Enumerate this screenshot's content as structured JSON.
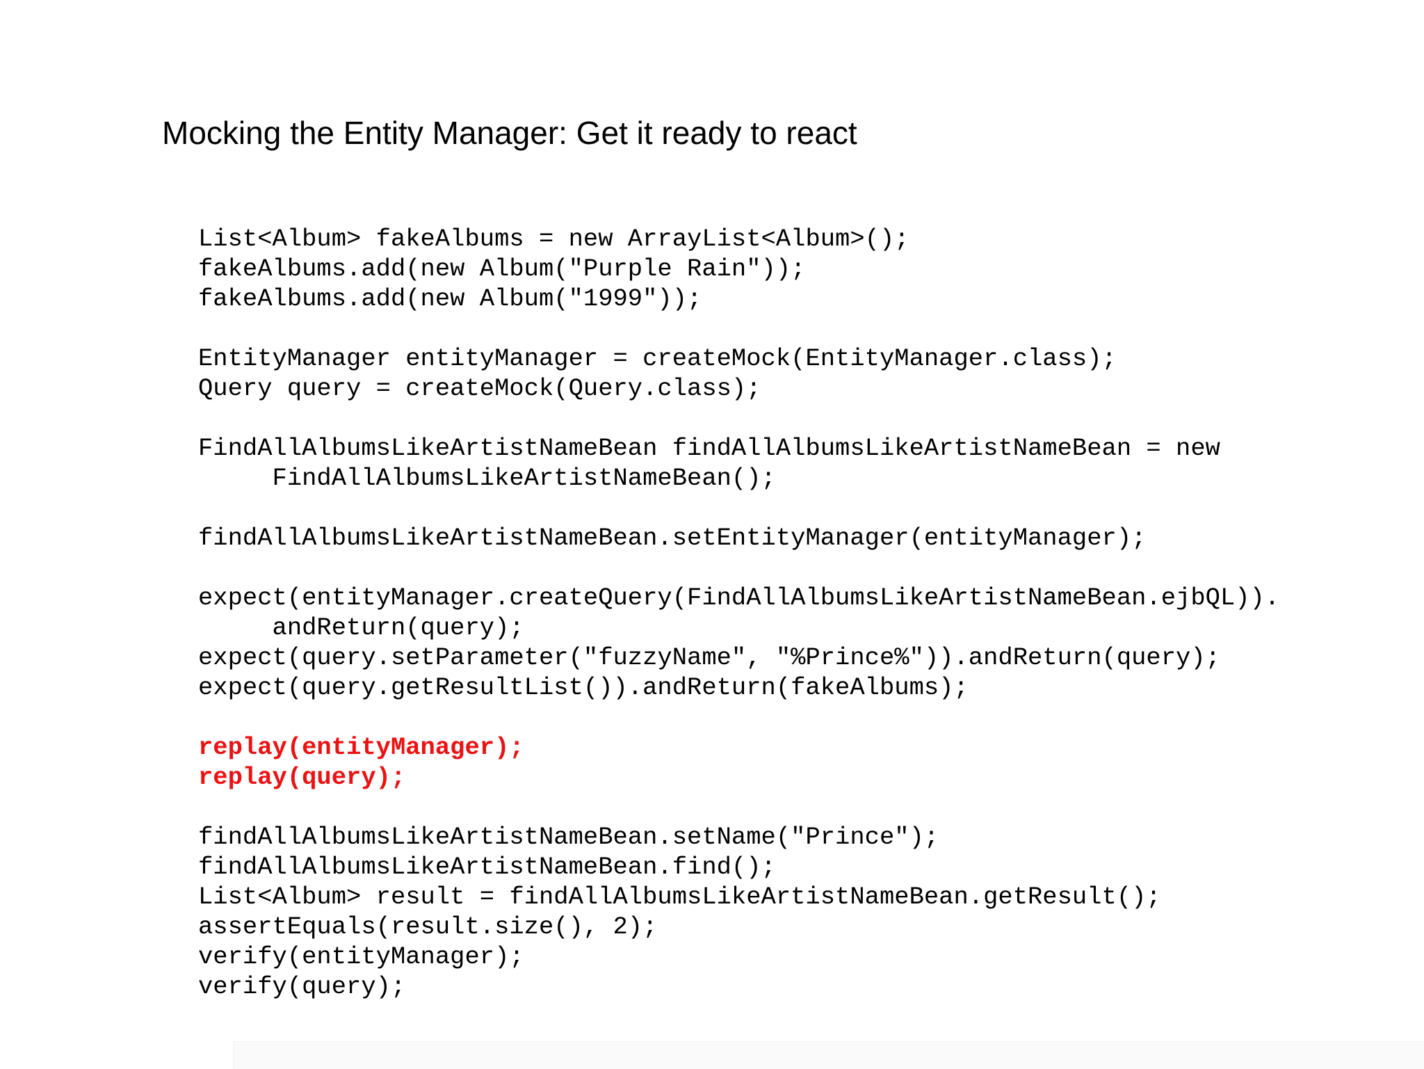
{
  "slide": {
    "title": "Mocking the Entity Manager: Get it ready to react",
    "background_color": "#ffffff",
    "title_color": "#000000",
    "code_color": "#000000",
    "highlight_color": "#ee1111"
  },
  "code": {
    "language": "java",
    "lines": [
      {
        "text": "List<Album> fakeAlbums = new ArrayList<Album>();",
        "style": "normal"
      },
      {
        "text": "fakeAlbums.add(new Album(\"Purple Rain\"));",
        "style": "normal"
      },
      {
        "text": "fakeAlbums.add(new Album(\"1999\"));",
        "style": "normal"
      },
      {
        "text": "",
        "style": "normal"
      },
      {
        "text": "EntityManager entityManager = createMock(EntityManager.class);",
        "style": "normal"
      },
      {
        "text": "Query query = createMock(Query.class);",
        "style": "normal"
      },
      {
        "text": "",
        "style": "normal"
      },
      {
        "text": "FindAllAlbumsLikeArtistNameBean findAllAlbumsLikeArtistNameBean = new",
        "style": "normal"
      },
      {
        "text": "     FindAllAlbumsLikeArtistNameBean();",
        "style": "normal"
      },
      {
        "text": "",
        "style": "normal"
      },
      {
        "text": "findAllAlbumsLikeArtistNameBean.setEntityManager(entityManager);",
        "style": "normal"
      },
      {
        "text": "",
        "style": "normal"
      },
      {
        "text": "expect(entityManager.createQuery(FindAllAlbumsLikeArtistNameBean.ejbQL)).",
        "style": "normal"
      },
      {
        "text": "     andReturn(query);",
        "style": "normal"
      },
      {
        "text": "expect(query.setParameter(\"fuzzyName\", \"%Prince%\")).andReturn(query);",
        "style": "normal"
      },
      {
        "text": "expect(query.getResultList()).andReturn(fakeAlbums);",
        "style": "normal"
      },
      {
        "text": "",
        "style": "normal"
      },
      {
        "text": "replay(entityManager);",
        "style": "highlight"
      },
      {
        "text": "replay(query);",
        "style": "highlight"
      },
      {
        "text": "",
        "style": "normal"
      },
      {
        "text": "findAllAlbumsLikeArtistNameBean.setName(\"Prince\");",
        "style": "normal"
      },
      {
        "text": "findAllAlbumsLikeArtistNameBean.find();",
        "style": "normal"
      },
      {
        "text": "List<Album> result = findAllAlbumsLikeArtistNameBean.getResult();",
        "style": "normal"
      },
      {
        "text": "assertEquals(result.size(), 2);",
        "style": "normal"
      },
      {
        "text": "verify(entityManager);",
        "style": "normal"
      },
      {
        "text": "verify(query);",
        "style": "normal"
      }
    ]
  }
}
